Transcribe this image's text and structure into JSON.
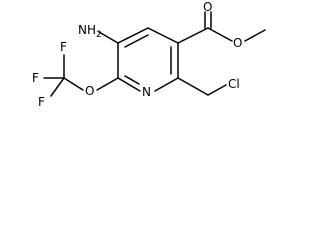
{
  "atoms": {
    "nh2": "NH",
    "nh2_sub": "2",
    "f1": "F",
    "f2": "F",
    "f3": "F",
    "o_ether": "O",
    "n_ring": "N",
    "cl": "Cl",
    "o_carbonyl": "O",
    "o_ester": "O"
  }
}
